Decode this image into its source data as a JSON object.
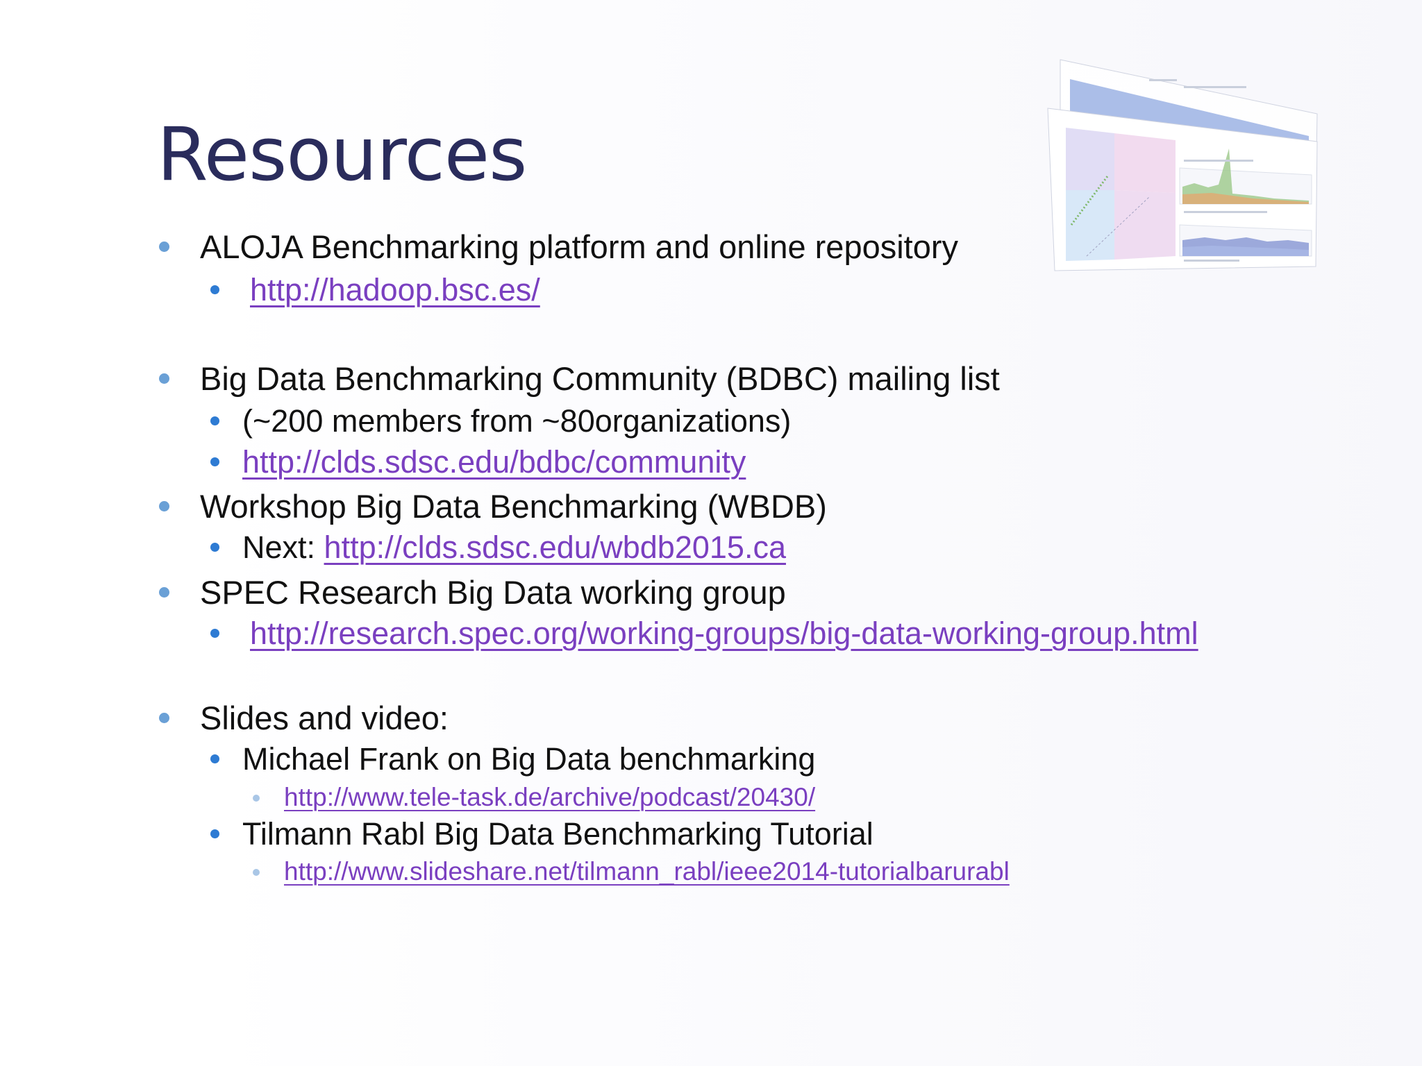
{
  "slide": {
    "title": "Resources",
    "items": [
      {
        "text": "ALOJA Benchmarking platform and online repository",
        "sub": [
          {
            "prefix": "",
            "link": "http://hadoop.bsc.es/"
          }
        ]
      },
      {
        "text": "Big Data Benchmarking Community (BDBC) mailing list",
        "sub": [
          {
            "text": "(~200 members from ~80organizations)"
          },
          {
            "prefix": "",
            "link": "http://clds.sdsc.edu/bdbc/community"
          }
        ]
      },
      {
        "text": "Workshop Big Data Benchmarking (WBDB)",
        "sub": [
          {
            "prefix": "Next:",
            "link": "http://clds.sdsc.edu/wbdb2015.ca"
          }
        ]
      },
      {
        "text": "SPEC Research Big Data working group",
        "sub": [
          {
            "prefix": "",
            "link": "http://research.spec.org/working-groups/big-data-working-group.html"
          }
        ]
      },
      {
        "text": "Slides and video:",
        "sub": [
          {
            "text": "Michael Frank on Big Data benchmarking",
            "link": "http://www.tele-task.de/archive/podcast/20430/"
          },
          {
            "text": "Tilmann Rabl Big Data Benchmarking Tutorial",
            "link": "http://www.slideshare.net/tilmann_rabl/ieee2014-tutorialbarurabl"
          }
        ]
      }
    ]
  },
  "colors": {
    "title": "#2a2c5c",
    "link": "#7a3fc0",
    "bullet": "#2e7bd3"
  },
  "thumbnail": {
    "icon": "dashboard-screenshot-thumbnail"
  }
}
